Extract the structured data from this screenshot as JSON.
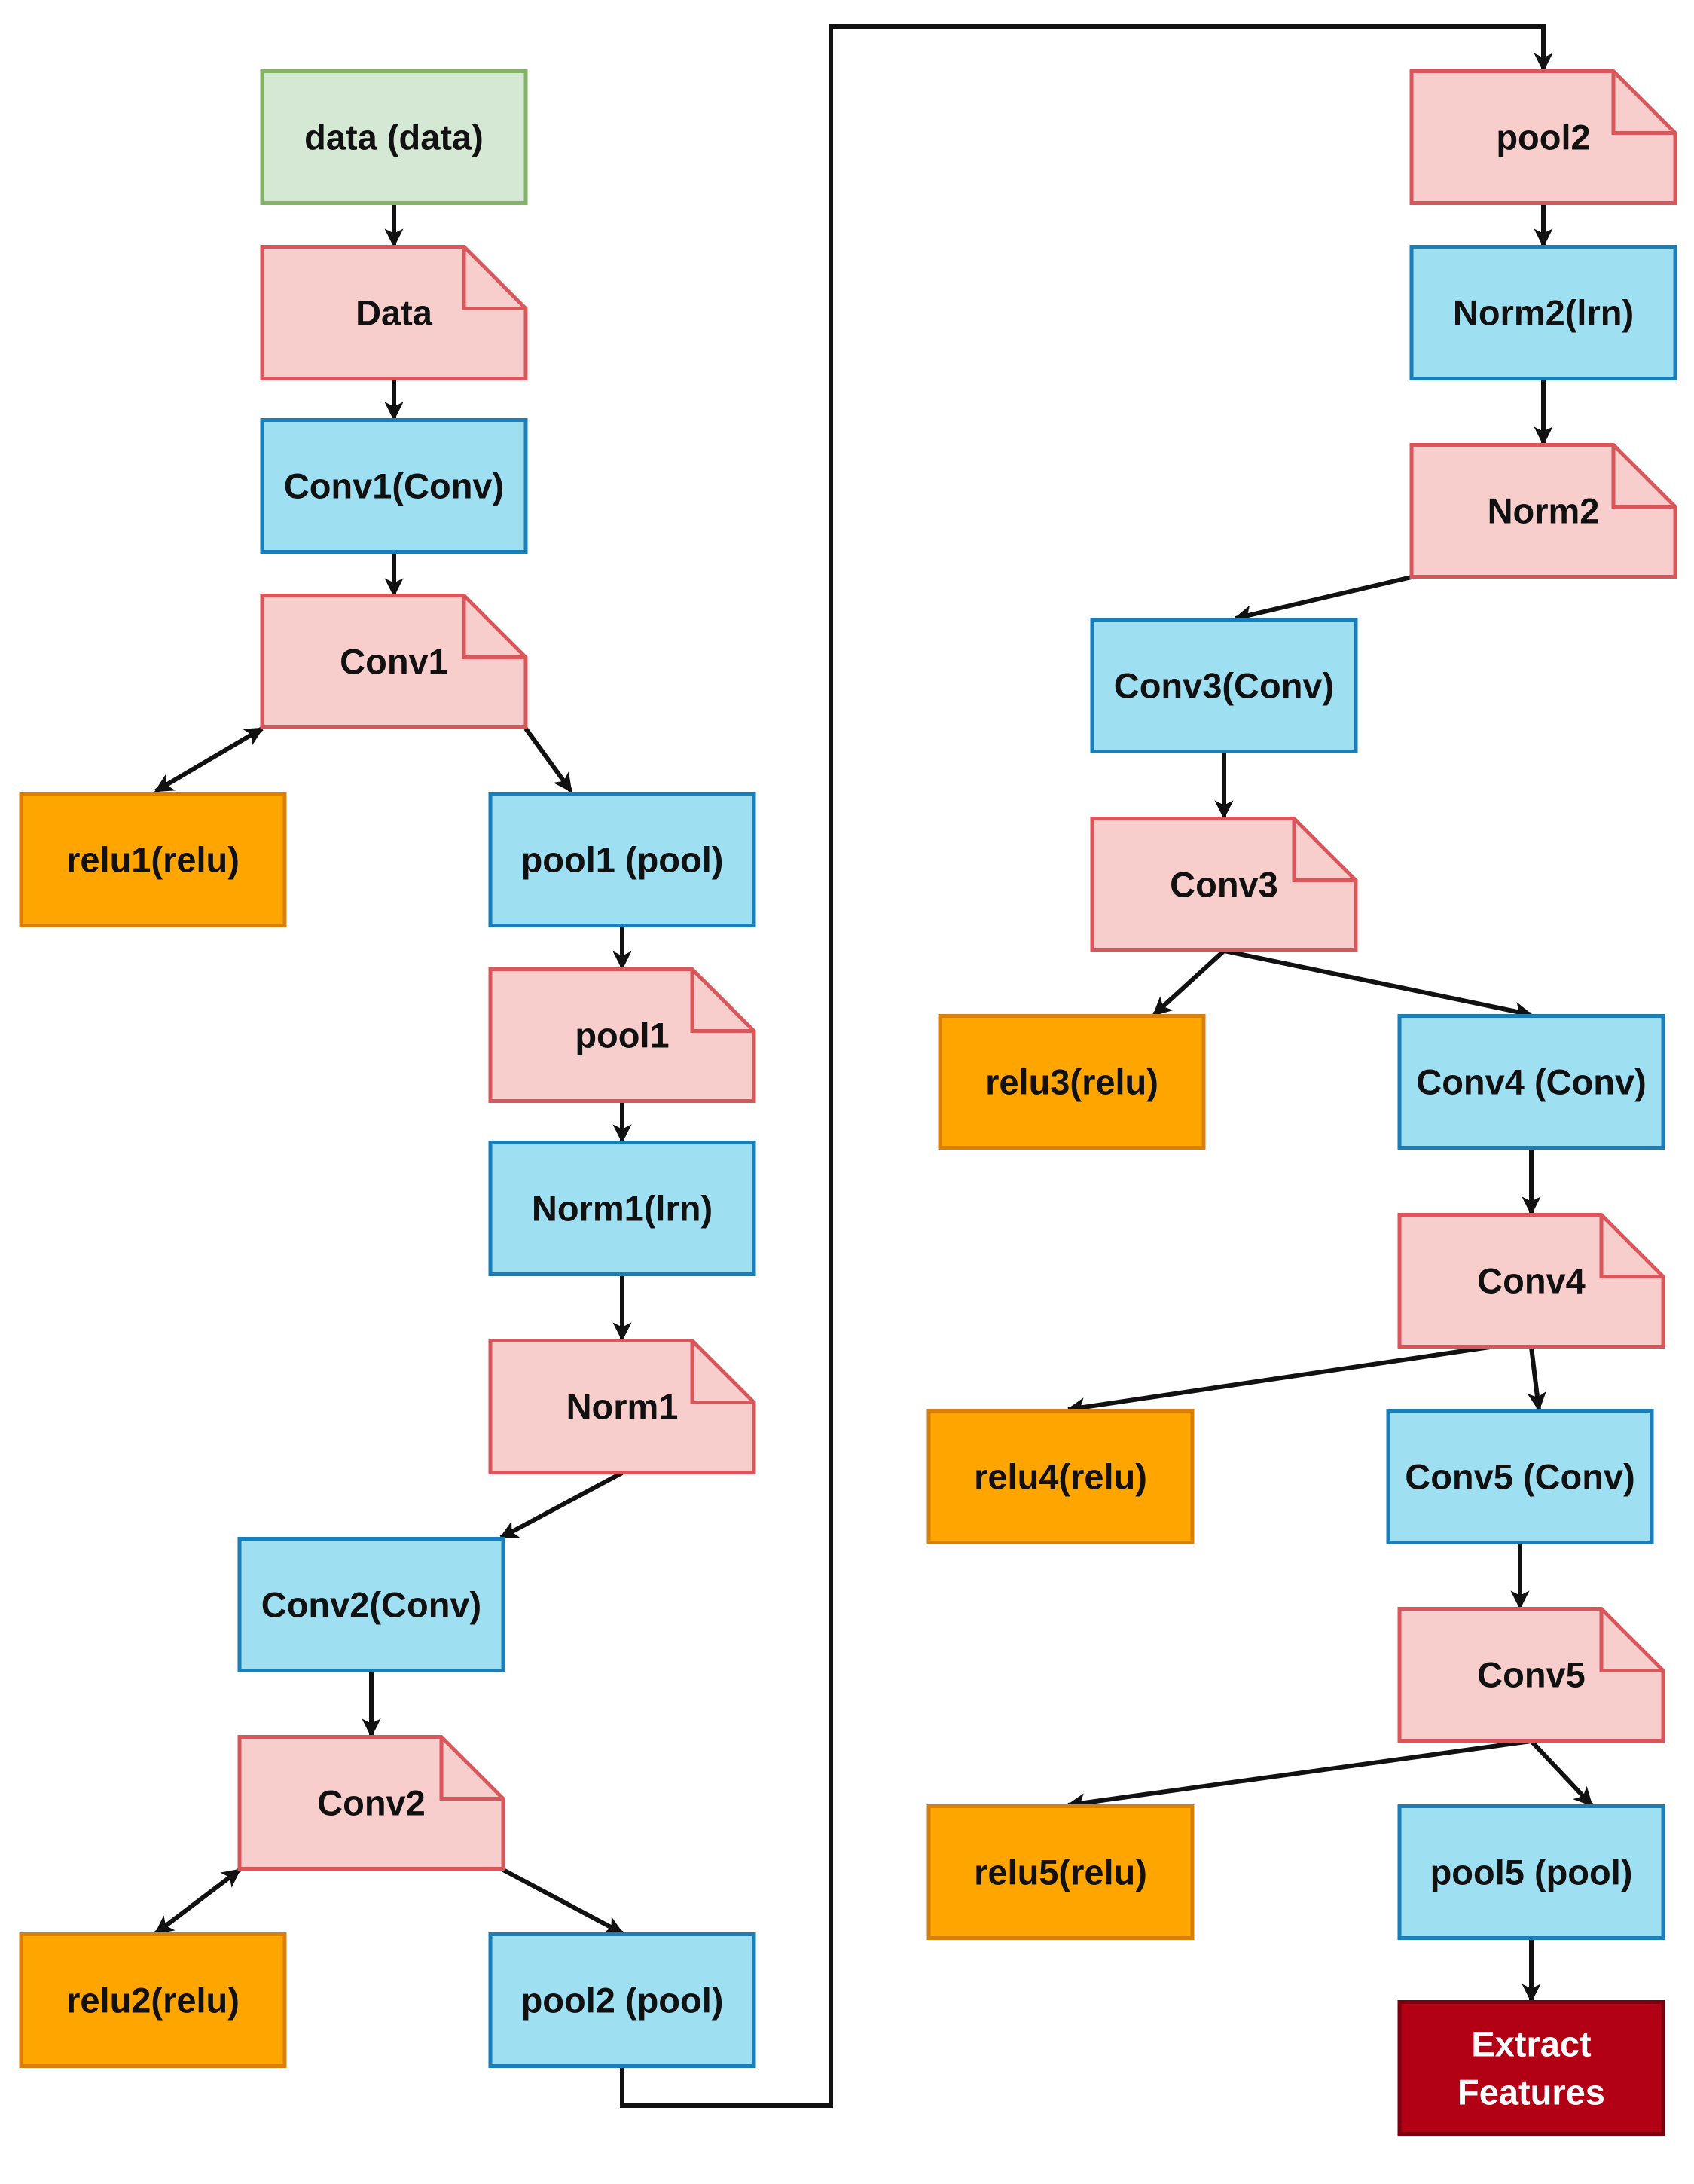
{
  "colors": {
    "input_fill": "#d5e8d4",
    "input_stroke": "#82b366",
    "blob_fill": "#f8cecc",
    "blob_stroke": "#d9575a",
    "layer_fill": "#9fdff2",
    "layer_stroke": "#1a7eb8",
    "relu_fill": "#ffa500",
    "relu_stroke": "#d9800a",
    "output_fill": "#b20015",
    "output_stroke": "#7a0010",
    "edge": "#111111"
  },
  "nodes": [
    {
      "id": "data-input",
      "kind": "input",
      "label": "data (data)"
    },
    {
      "id": "data-blob",
      "kind": "blob",
      "label": "Data"
    },
    {
      "id": "conv1-layer",
      "kind": "layer",
      "label": "Conv1(Conv)"
    },
    {
      "id": "conv1-blob",
      "kind": "blob",
      "label": "Conv1"
    },
    {
      "id": "relu1",
      "kind": "relu",
      "label": "relu1(relu)"
    },
    {
      "id": "pool1-layer",
      "kind": "layer",
      "label": "pool1 (pool)"
    },
    {
      "id": "pool1-blob",
      "kind": "blob",
      "label": "pool1"
    },
    {
      "id": "norm1-layer",
      "kind": "layer",
      "label": "Norm1(lrn)"
    },
    {
      "id": "norm1-blob",
      "kind": "blob",
      "label": "Norm1"
    },
    {
      "id": "conv2-layer",
      "kind": "layer",
      "label": "Conv2(Conv)"
    },
    {
      "id": "conv2-blob",
      "kind": "blob",
      "label": "Conv2"
    },
    {
      "id": "relu2",
      "kind": "relu",
      "label": "relu2(relu)"
    },
    {
      "id": "pool2-layer",
      "kind": "layer",
      "label": "pool2 (pool)"
    },
    {
      "id": "pool2-blob",
      "kind": "blob",
      "label": "pool2"
    },
    {
      "id": "norm2-layer",
      "kind": "layer",
      "label": "Norm2(lrn)"
    },
    {
      "id": "norm2-blob",
      "kind": "blob",
      "label": "Norm2"
    },
    {
      "id": "conv3-layer",
      "kind": "layer",
      "label": "Conv3(Conv)"
    },
    {
      "id": "conv3-blob",
      "kind": "blob",
      "label": "Conv3"
    },
    {
      "id": "relu3",
      "kind": "relu",
      "label": "relu3(relu)"
    },
    {
      "id": "conv4-layer",
      "kind": "layer",
      "label": "Conv4 (Conv)"
    },
    {
      "id": "conv4-blob",
      "kind": "blob",
      "label": "Conv4"
    },
    {
      "id": "relu4",
      "kind": "relu",
      "label": "relu4(relu)"
    },
    {
      "id": "conv5-layer",
      "kind": "layer",
      "label": "Conv5 (Conv)"
    },
    {
      "id": "conv5-blob",
      "kind": "blob",
      "label": "Conv5"
    },
    {
      "id": "relu5",
      "kind": "relu",
      "label": "relu5(relu)"
    },
    {
      "id": "pool5-layer",
      "kind": "layer",
      "label": "pool5 (pool)"
    },
    {
      "id": "extract-features",
      "kind": "output",
      "label": [
        "Extract",
        "Features"
      ]
    }
  ],
  "edges": [
    {
      "from": "data-input",
      "to": "data-blob"
    },
    {
      "from": "data-blob",
      "to": "conv1-layer"
    },
    {
      "from": "conv1-layer",
      "to": "conv1-blob"
    },
    {
      "from": "conv1-blob",
      "to": "relu1",
      "bidirectional": true
    },
    {
      "from": "conv1-blob",
      "to": "pool1-layer"
    },
    {
      "from": "pool1-layer",
      "to": "pool1-blob"
    },
    {
      "from": "pool1-blob",
      "to": "norm1-layer"
    },
    {
      "from": "norm1-layer",
      "to": "norm1-blob"
    },
    {
      "from": "norm1-blob",
      "to": "conv2-layer"
    },
    {
      "from": "conv2-layer",
      "to": "conv2-blob"
    },
    {
      "from": "conv2-blob",
      "to": "relu2",
      "bidirectional": true
    },
    {
      "from": "conv2-blob",
      "to": "pool2-layer"
    },
    {
      "from": "pool2-layer",
      "to": "pool2-blob"
    },
    {
      "from": "pool2-blob",
      "to": "norm2-layer"
    },
    {
      "from": "norm2-layer",
      "to": "norm2-blob"
    },
    {
      "from": "norm2-blob",
      "to": "conv3-layer"
    },
    {
      "from": "conv3-layer",
      "to": "conv3-blob"
    },
    {
      "from": "conv3-blob",
      "to": "relu3"
    },
    {
      "from": "conv3-blob",
      "to": "conv4-layer"
    },
    {
      "from": "conv4-layer",
      "to": "conv4-blob"
    },
    {
      "from": "conv4-blob",
      "to": "relu4"
    },
    {
      "from": "conv4-blob",
      "to": "conv5-layer"
    },
    {
      "from": "conv5-layer",
      "to": "conv5-blob"
    },
    {
      "from": "conv5-blob",
      "to": "relu5"
    },
    {
      "from": "conv5-blob",
      "to": "pool5-layer"
    },
    {
      "from": "pool5-layer",
      "to": "extract-features"
    }
  ]
}
